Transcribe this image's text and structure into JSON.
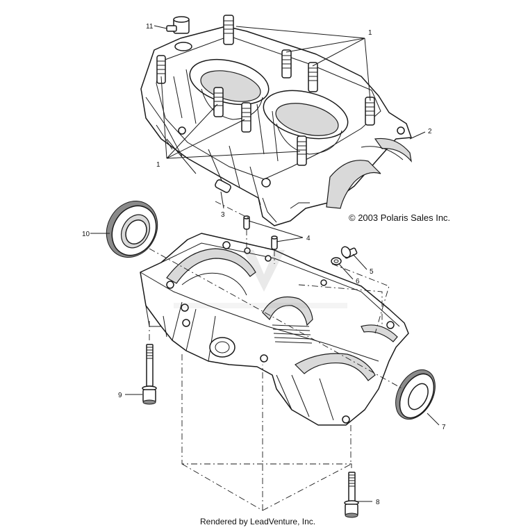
{
  "copyright": "© 2003 Polaris Sales Inc.",
  "credit": "Rendered by LeadVenture, Inc.",
  "callouts": [
    "1",
    "1",
    "2",
    "3",
    "4",
    "5",
    "6",
    "7",
    "8",
    "9",
    "10",
    "11"
  ]
}
